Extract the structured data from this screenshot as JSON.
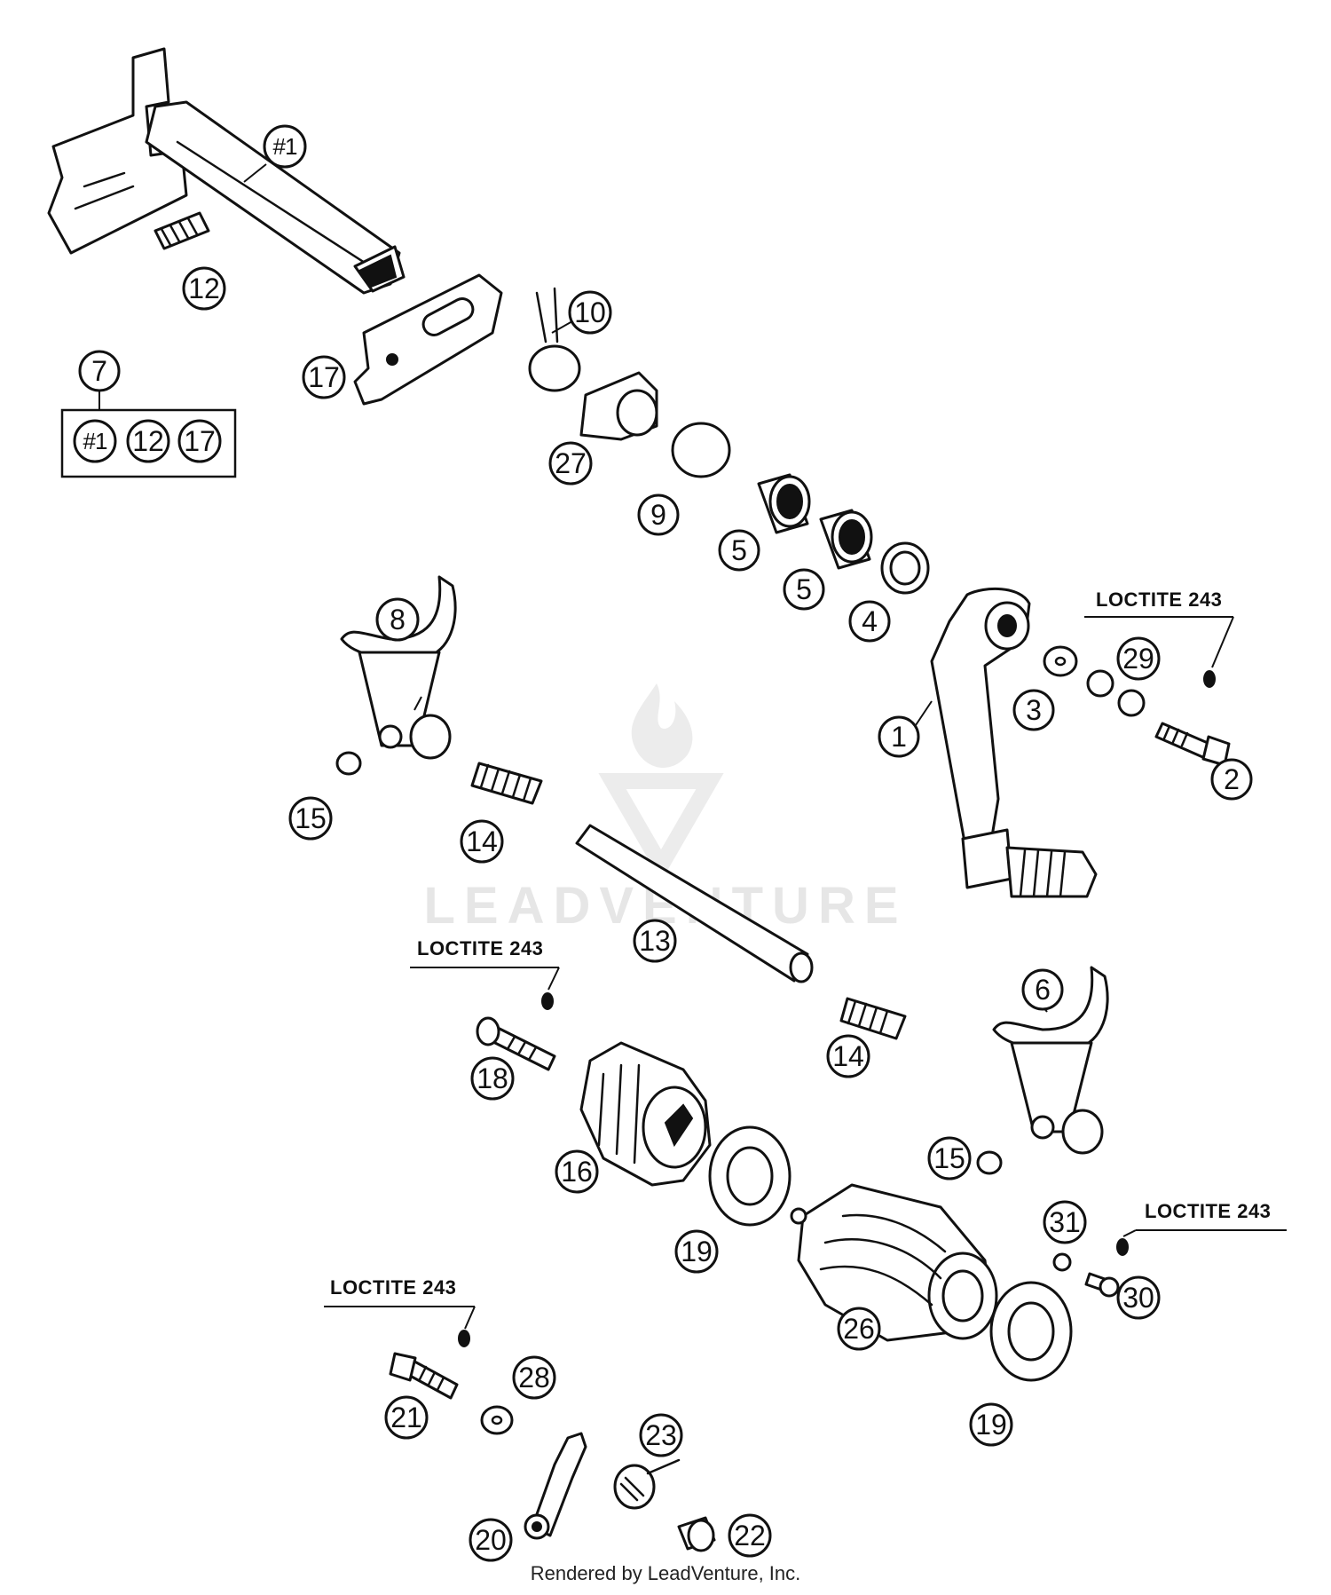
{
  "callouts": {
    "c_1a": "#1",
    "c_12a": "12",
    "c_7": "7",
    "c_1b": "#1",
    "c_12b": "12",
    "c_17b": "17",
    "c_17": "17",
    "c_10": "10",
    "c_27": "27",
    "c_9": "9",
    "c_5a": "5",
    "c_5b": "5",
    "c_4": "4",
    "c_8": "8",
    "c_29": "29",
    "c_3": "3",
    "c_1": "1",
    "c_2": "2",
    "c_15a": "15",
    "c_14a": "14",
    "c_13": "13",
    "c_6": "6",
    "c_18": "18",
    "c_14b": "14",
    "c_16": "16",
    "c_15b": "15",
    "c_19a": "19",
    "c_31": "31",
    "c_30": "30",
    "c_26": "26",
    "c_28": "28",
    "c_21": "21",
    "c_23": "23",
    "c_19b": "19",
    "c_20": "20",
    "c_22": "22"
  },
  "loctite": {
    "top_right": "LOCTITE 243",
    "middle_left": "LOCTITE 243",
    "right": "LOCTITE 243",
    "bottom_left": "LOCTITE 243"
  },
  "watermark": "LEADVENTURE",
  "footer": "Rendered by LeadVenture, Inc."
}
